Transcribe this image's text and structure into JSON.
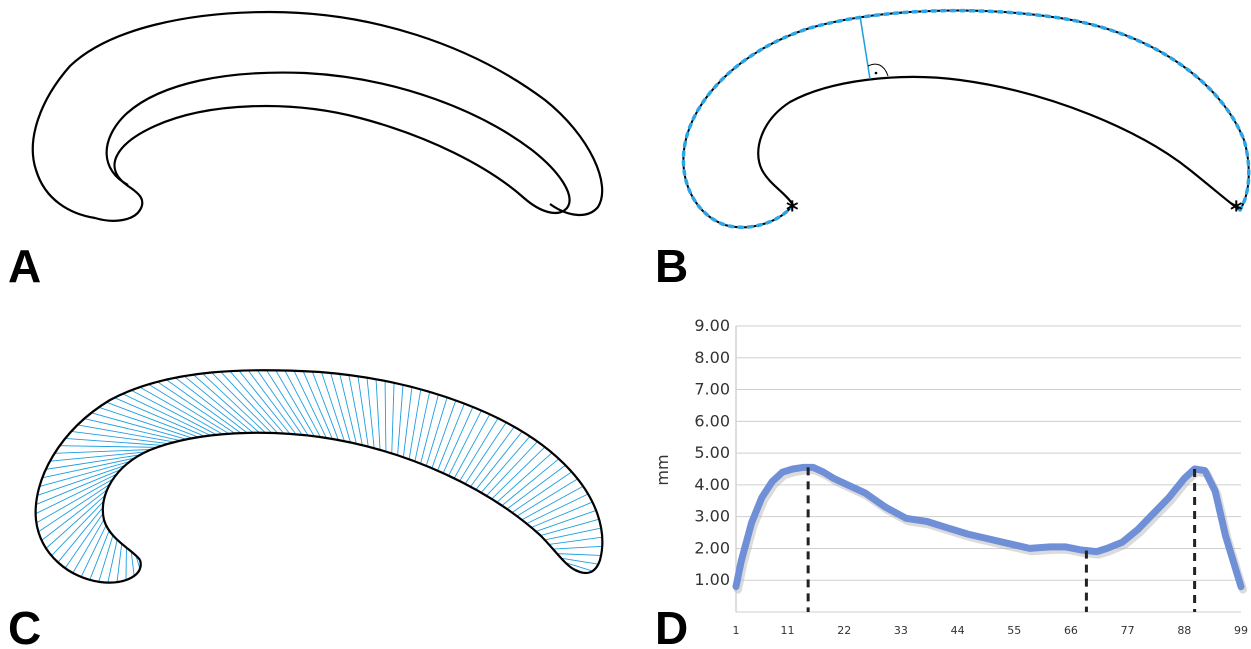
{
  "panels": {
    "a": {
      "label": "A"
    },
    "b": {
      "label": "B"
    },
    "c": {
      "label": "C"
    },
    "d": {
      "label": "D"
    }
  },
  "colors": {
    "outline": "#000000",
    "measure_blue": "#1f9ee0",
    "point_blue": "#2aa6e8",
    "curve_blue": "#6f8fd6",
    "grid": "#cfcfcf"
  },
  "chart_data": {
    "type": "line",
    "ylabel": "mm",
    "xlabel": "",
    "ylim": [
      0,
      9
    ],
    "y_ticks": [
      "1.00",
      "2.00",
      "3.00",
      "4.00",
      "5.00",
      "6.00",
      "7.00",
      "8.00",
      "9.00"
    ],
    "x_ticks": [
      "1",
      "11",
      "22",
      "33",
      "44",
      "55",
      "66",
      "77",
      "88",
      "99"
    ],
    "xlim": [
      1,
      99
    ],
    "grid": "horizontal",
    "series": [
      {
        "x": [
          1,
          2,
          4,
          6,
          8,
          10,
          12,
          14,
          16,
          18,
          20,
          22,
          26,
          30,
          34,
          38,
          42,
          46,
          50,
          54,
          58,
          62,
          65,
          68,
          71,
          73,
          76,
          79,
          82,
          85,
          88,
          90,
          92,
          94,
          96,
          99
        ],
        "values": [
          0.8,
          1.6,
          2.8,
          3.6,
          4.1,
          4.4,
          4.5,
          4.55,
          4.55,
          4.4,
          4.2,
          4.05,
          3.75,
          3.3,
          2.95,
          2.85,
          2.65,
          2.45,
          2.3,
          2.15,
          2.0,
          2.05,
          2.05,
          1.95,
          1.9,
          2.0,
          2.2,
          2.6,
          3.1,
          3.6,
          4.2,
          4.5,
          4.45,
          3.8,
          2.4,
          0.8
        ]
      }
    ],
    "dashed_markers_x": [
      15,
      69,
      90
    ]
  }
}
